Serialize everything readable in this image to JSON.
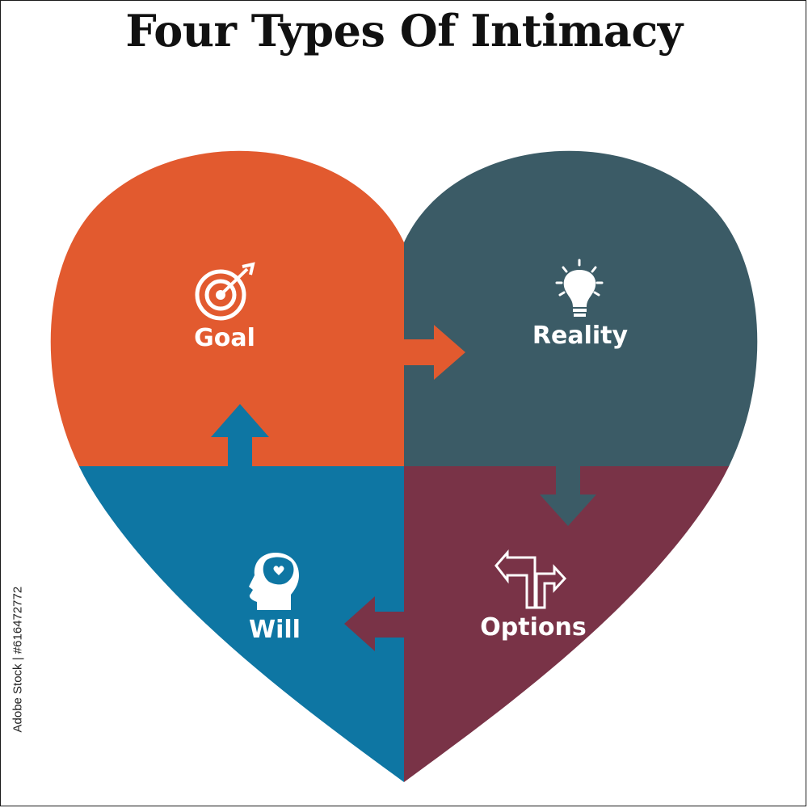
{
  "title": "Four Types Of Intimacy",
  "colors": {
    "goal": "#e25a2f",
    "reality": "#3b5b66",
    "options": "#793347",
    "will": "#0e76a3"
  },
  "quadrants": [
    {
      "key": "goal",
      "label": "Goal",
      "icon": "target-icon"
    },
    {
      "key": "reality",
      "label": "Reality",
      "icon": "lightbulb-icon"
    },
    {
      "key": "options",
      "label": "Options",
      "icon": "direction-arrows-icon"
    },
    {
      "key": "will",
      "label": "Will",
      "icon": "brain-head-icon"
    }
  ],
  "stock_id": "Adobe Stock | #616472772"
}
